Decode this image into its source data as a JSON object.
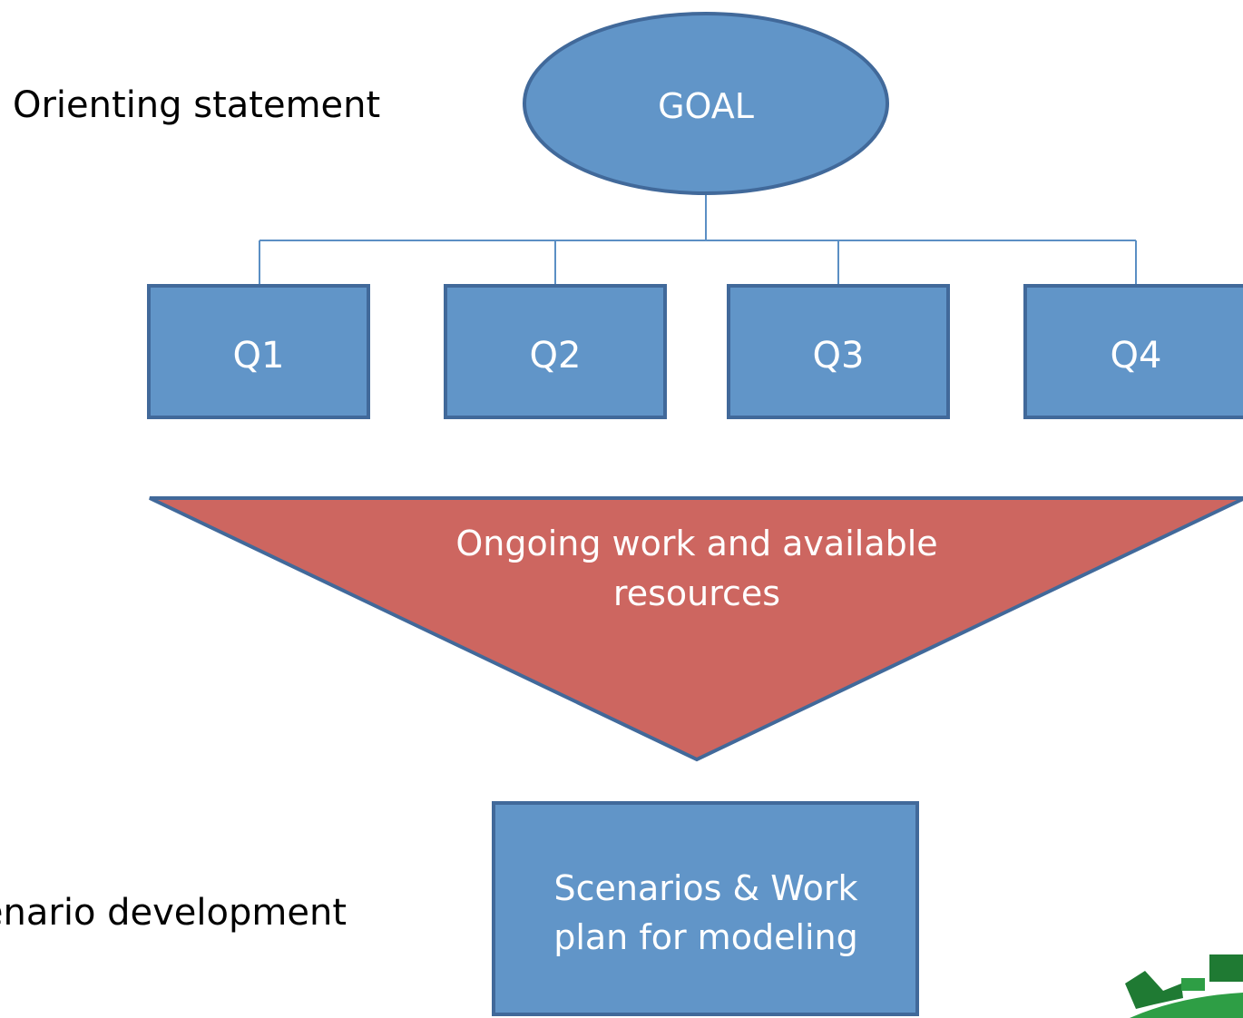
{
  "colors": {
    "node_fill": "#6195c8",
    "node_stroke": "#41699a",
    "funnel_fill": "#cd6660",
    "funnel_stroke": "#41699a",
    "connector": "#5b8fc4",
    "node_text": "#ffffff",
    "label_text": "#000000",
    "logo_green": "#2e9e45",
    "logo_dark": "#1f7a33"
  },
  "labels": {
    "orienting": "Orienting statement",
    "scenario": "Scenario development"
  },
  "goal": {
    "label": "GOAL",
    "shape": "ellipse"
  },
  "questions": [
    {
      "id": "q1",
      "label": "Q1"
    },
    {
      "id": "q2",
      "label": "Q2"
    },
    {
      "id": "q3",
      "label": "Q3"
    },
    {
      "id": "q4",
      "label": "Q4"
    }
  ],
  "funnel": {
    "lines": [
      "Ongoing work and available",
      "resources"
    ]
  },
  "output": {
    "lines": [
      "Scenarios & Work",
      "plan for modeling"
    ]
  },
  "logo": {
    "icon": "green-vehicles-logo-icon"
  }
}
